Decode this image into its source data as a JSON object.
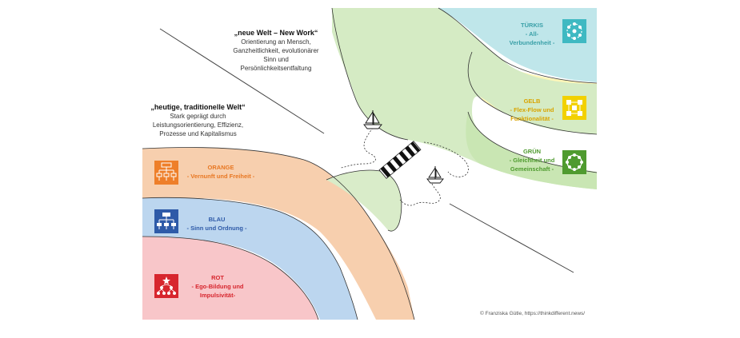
{
  "new_world": {
    "title": "„neue Welt – New Work“",
    "lines": [
      "Orientierung an Mensch,",
      "Ganzheitlichkeit, evolutionärer",
      "Sinn und",
      "Persönlichkeitsentfaltung"
    ]
  },
  "old_world": {
    "title": "„heutige, traditionelle Welt“",
    "lines": [
      "Stark geprägt durch",
      "Leistungsorientierung, Effizienz,",
      "Prozesse und Kapitalismus"
    ]
  },
  "levels": [
    {
      "name": "TÜRKIS",
      "lines": [
        "- All-",
        "Verbundenheit -"
      ],
      "color": "#7fd3d9",
      "text_color": "#3aa0a8",
      "icon": "all-connected-icon"
    },
    {
      "name": "GELB",
      "lines": [
        "- Flex-Flow und",
        "Funktionalität -"
      ],
      "color": "#fff3a6",
      "text_color": "#d9a400",
      "icon": "flex-flow-icon"
    },
    {
      "name": "GRÜN",
      "lines": [
        "- Gleichheit und",
        "Gemeinschaft -"
      ],
      "color": "#bfe0a6",
      "text_color": "#4f9b2f",
      "icon": "community-icon"
    },
    {
      "name": "ORANGE",
      "lines": [
        "- Vernunft und Freiheit -"
      ],
      "color": "#f7c9a4",
      "text_color": "#e87722",
      "icon": "hierarchy-chart-icon"
    },
    {
      "name": "BLAU",
      "lines": [
        "- Sinn und Ordnung -"
      ],
      "color": "#b3d1ee",
      "text_color": "#2e5aa8",
      "icon": "org-chart-icon"
    },
    {
      "name": "ROT",
      "lines": [
        "- Ego-Bildung und",
        "Impulsivität-"
      ],
      "color": "#f6c0c4",
      "text_color": "#d7262e",
      "icon": "power-pyramid-icon"
    }
  ],
  "credit": "© Franziska Gütle, https://thinkdifferent.news/"
}
